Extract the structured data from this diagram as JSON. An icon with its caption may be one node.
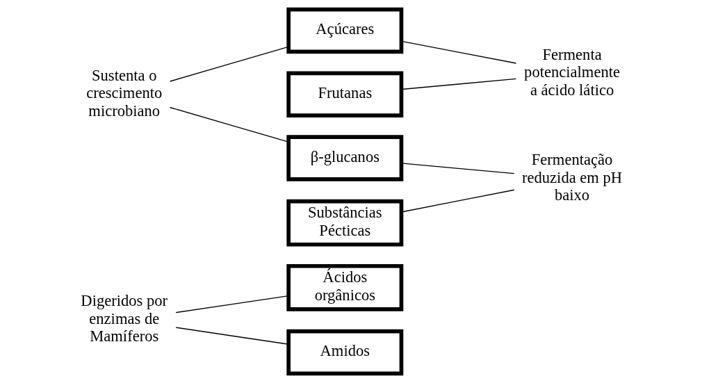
{
  "diagram": {
    "nodes": [
      {
        "text": [
          "Digeridos por enzimas de Mamíferos"
        ]
      },
      {
        "text": [
          "Ácidos orgânicos"
        ]
      },
      {
        "text": [
          "Açúcares"
        ]
      },
      {
        "text": [
          "Fermenta potencialmente a ácido lático"
        ]
      },
      {
        "text": [
          "Amidos"
        ]
      },
      {
        "text": [
          "Frutanas"
        ]
      },
      {
        "text": [
          "Sustenta o crescimento microbiano"
        ]
      },
      {
        "text": [
          "Substâncias Pécticas"
        ]
      },
      {
        "text": [
          "Fermentação reduzida em pH baixo"
        ]
      },
      {
        "text": [
          "β-glucanos"
        ]
      }
    ],
    "edges": [
      {
        "from": 0,
        "to": 1,
        "arrow": "none"
      },
      {
        "from": 0,
        "to": 4,
        "arrow": "none"
      },
      {
        "from": 2,
        "to": 3,
        "arrow": "none"
      },
      {
        "from": 5,
        "to": 3,
        "arrow": "none"
      },
      {
        "from": 6,
        "to": 2,
        "arrow": "none"
      },
      {
        "from": 6,
        "to": 9,
        "arrow": "none"
      },
      {
        "from": 7,
        "to": 8,
        "arrow": "none"
      },
      {
        "from": 9,
        "to": 8,
        "arrow": "none"
      }
    ]
  }
}
